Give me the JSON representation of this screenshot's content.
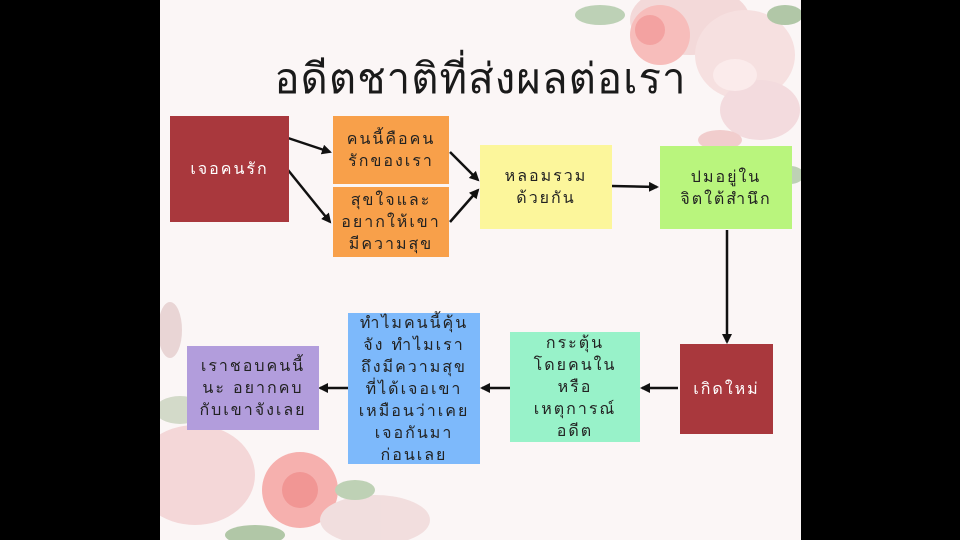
{
  "slide": {
    "title": "อดีตชาติที่ส่งผลต่อเรา",
    "nodes": {
      "meet": {
        "text": "เจอคนรัก",
        "color": "#a9383d"
      },
      "lover": {
        "text": "คนนี้คือคน\nรักของเรา",
        "color": "#f8a04a"
      },
      "happy": {
        "text": "สุขใจและ\nอยากให้เขา\nมีความสุข",
        "color": "#f8a04a"
      },
      "merge": {
        "text": "หลอมรวม\nด้วยกัน",
        "color": "#fcf69b"
      },
      "subconscious": {
        "text": "ปมอยู่ใน\nจิตใต้สำนึก",
        "color": "#b9f57d"
      },
      "reborn": {
        "text": "เกิดใหม่",
        "color": "#a9383d"
      },
      "trigger": {
        "text": "กระตุ้น\nโดยคนใน\nหรือ\nเหตุการณ์\nอดีต",
        "color": "#98f2c9"
      },
      "why": {
        "text": "ทำไมคนนี้คุ้น\nจัง ทำไมเรา\nถึงมีความสุข\nที่ได้เจอเขา\nเหมือนว่าเคย\nเจอกันมา\nก่อนเลย",
        "color": "#7db9fb"
      },
      "like": {
        "text": "เราชอบคนนี้\nนะ อยากคบ\nกับเขาจังเลย",
        "color": "#b29ddc"
      }
    }
  }
}
